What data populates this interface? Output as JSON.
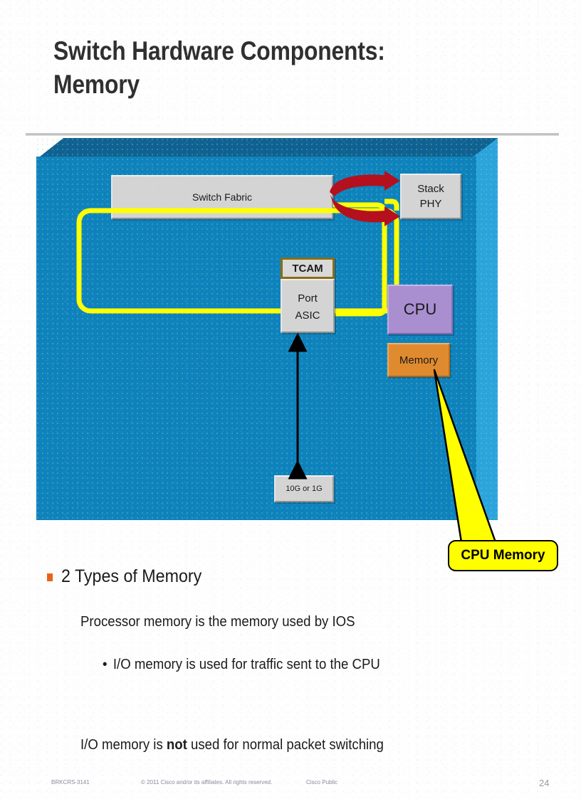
{
  "slide": {
    "title": "Switch Hardware Components:\nMemory",
    "page_number": "24"
  },
  "diagram": {
    "name": "switch-chassis-memory-diagram",
    "colors": {
      "chassis_front": "#0E82BD",
      "chassis_top": "#0F6192",
      "chassis_side": "#2BA3DD",
      "component_gray": "#D4D4D4",
      "cpu_purple": "#A98FD0",
      "memory_orange": "#E08A30",
      "tcam_border": "#8A6D14",
      "highlight_yellow": "#FFFF00",
      "arrow_red": "#B4101E",
      "bullet_orange": "#E8621A"
    },
    "boxes": {
      "switch_fabric": "Switch Fabric",
      "stack_phy_line1": "Stack",
      "stack_phy_line2": "PHY",
      "tcam": "TCAM",
      "port_line1": "Port",
      "port_line2": "ASIC",
      "cpu": "CPU",
      "memory": "Memory",
      "speed": "10G or 1G"
    },
    "callout": {
      "label": "CPU Memory"
    }
  },
  "body": {
    "bullet_1": "2 Types of Memory",
    "sub_1": "Processor memory is the memory used by IOS",
    "sub_2_marker": "•",
    "sub_2": "I/O memory is used for traffic sent to the CPU",
    "sub_3_prefix": "I/O memory is ",
    "sub_3_bold": "not",
    "sub_3_suffix": " used for normal packet switching"
  },
  "footer": {
    "session_code": "BRKCRS-3141",
    "copyright": "© 2011 Cisco and/or its affiliates. All rights reserved.",
    "classification": "Cisco Public",
    "page": "24"
  }
}
